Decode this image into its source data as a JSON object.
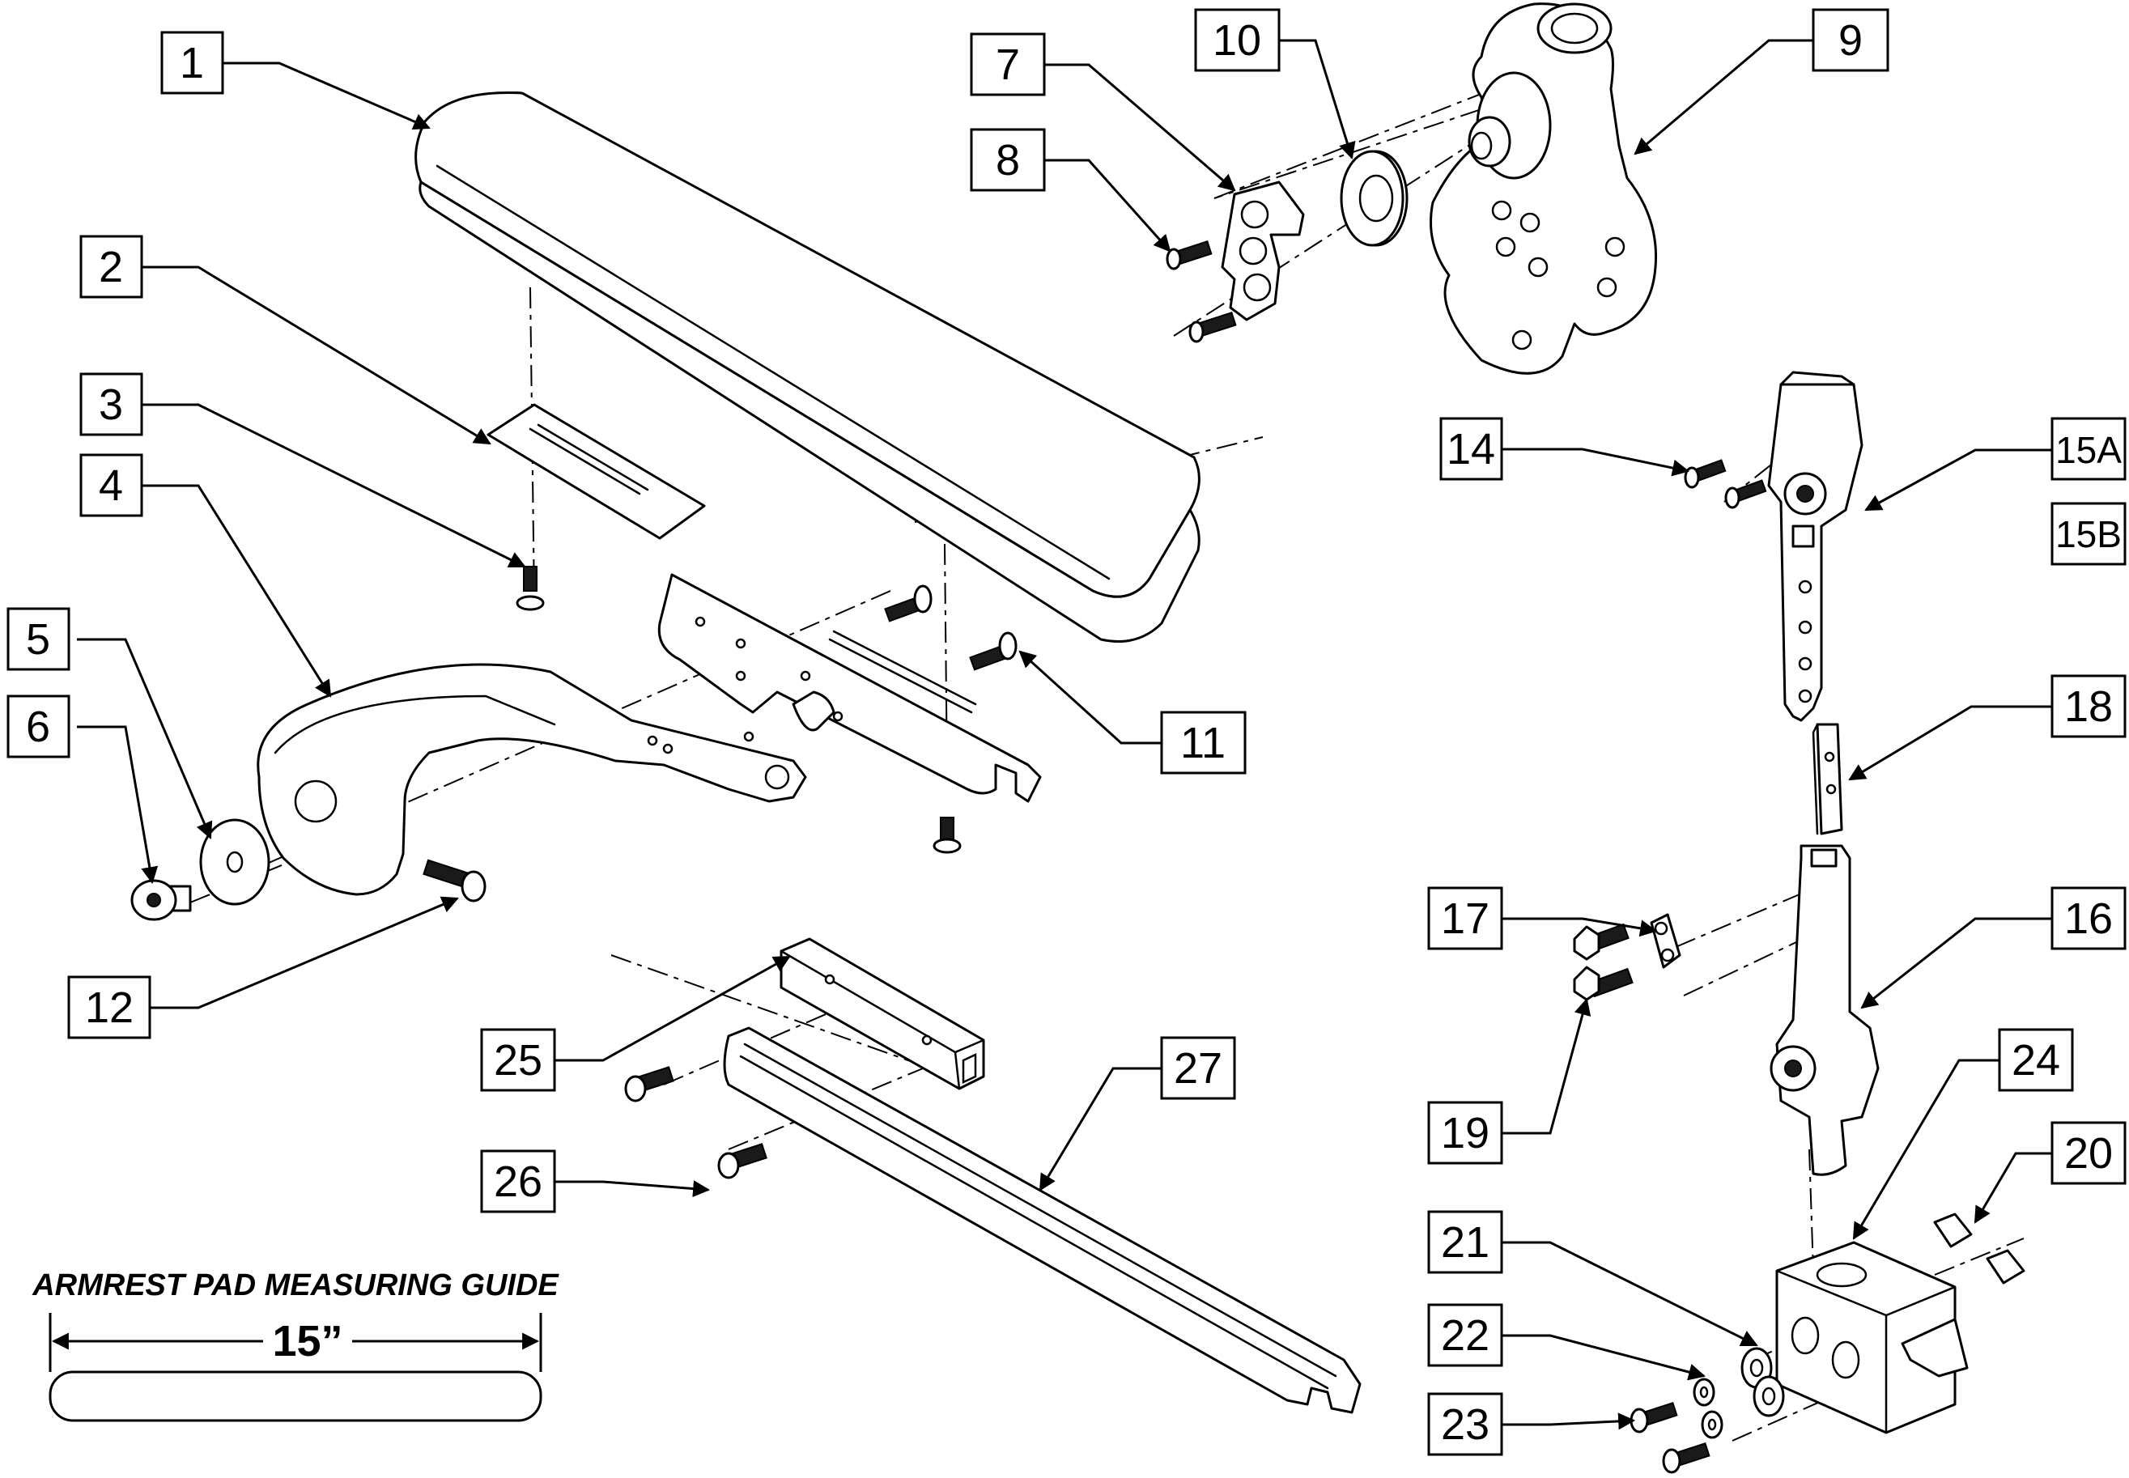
{
  "diagram": {
    "callouts": [
      {
        "id": "1",
        "label": "1"
      },
      {
        "id": "2",
        "label": "2"
      },
      {
        "id": "3",
        "label": "3"
      },
      {
        "id": "4",
        "label": "4"
      },
      {
        "id": "5",
        "label": "5"
      },
      {
        "id": "6",
        "label": "6"
      },
      {
        "id": "7",
        "label": "7"
      },
      {
        "id": "8",
        "label": "8"
      },
      {
        "id": "9",
        "label": "9"
      },
      {
        "id": "10",
        "label": "10"
      },
      {
        "id": "11",
        "label": "11"
      },
      {
        "id": "12",
        "label": "12"
      },
      {
        "id": "14",
        "label": "14"
      },
      {
        "id": "15A",
        "label": "15A"
      },
      {
        "id": "15B",
        "label": "15B"
      },
      {
        "id": "16",
        "label": "16"
      },
      {
        "id": "17",
        "label": "17"
      },
      {
        "id": "18",
        "label": "18"
      },
      {
        "id": "19",
        "label": "19"
      },
      {
        "id": "20",
        "label": "20"
      },
      {
        "id": "21",
        "label": "21"
      },
      {
        "id": "22",
        "label": "22"
      },
      {
        "id": "23",
        "label": "23"
      },
      {
        "id": "24",
        "label": "24"
      },
      {
        "id": "25",
        "label": "25"
      },
      {
        "id": "26",
        "label": "26"
      },
      {
        "id": "27",
        "label": "27"
      }
    ],
    "measuring_guide": {
      "title": "ARMREST PAD MEASURING GUIDE",
      "dimension": "15”"
    }
  }
}
